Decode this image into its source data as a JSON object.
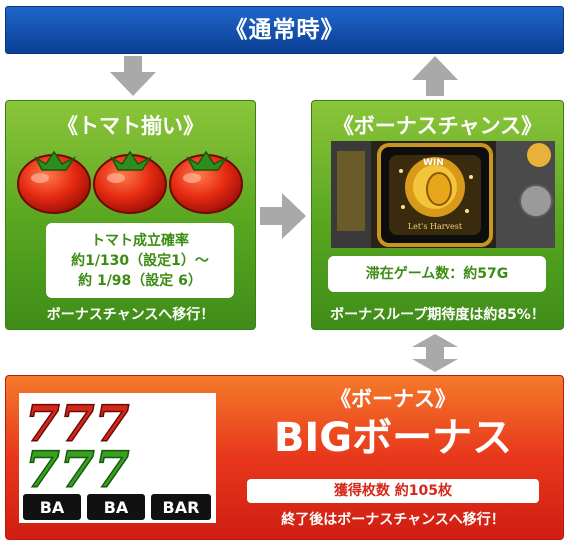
{
  "header": {
    "title": "《通常時》"
  },
  "tomato": {
    "title": "《トマト揃い》",
    "info_title": "トマト成立確率",
    "info_line1": "約1/130（設定1）～",
    "info_line2": "約 1/98（設定 6）",
    "footer": "ボーナスチャンスへ移行！"
  },
  "chance": {
    "title": "《ボーナスチャンス》",
    "screen_text": "Let's Harvest",
    "badge": "WIN",
    "info": "滞在ゲーム数：約57G",
    "footer": "ボーナスループ期待度は約85%！"
  },
  "bonus": {
    "title": "《ボーナス》",
    "big": "BIGボーナス",
    "info": "獲得枚数 約105枚",
    "footer": "終了後はボーナスチャンスへ移行！",
    "reel_labels": [
      "BA",
      "BA",
      "BAR"
    ]
  },
  "colors": {
    "header_blue": "#0b3f95",
    "panel_green": "#57a51f",
    "bonus_red": "#e8371c",
    "text_green": "#3b8c12"
  }
}
